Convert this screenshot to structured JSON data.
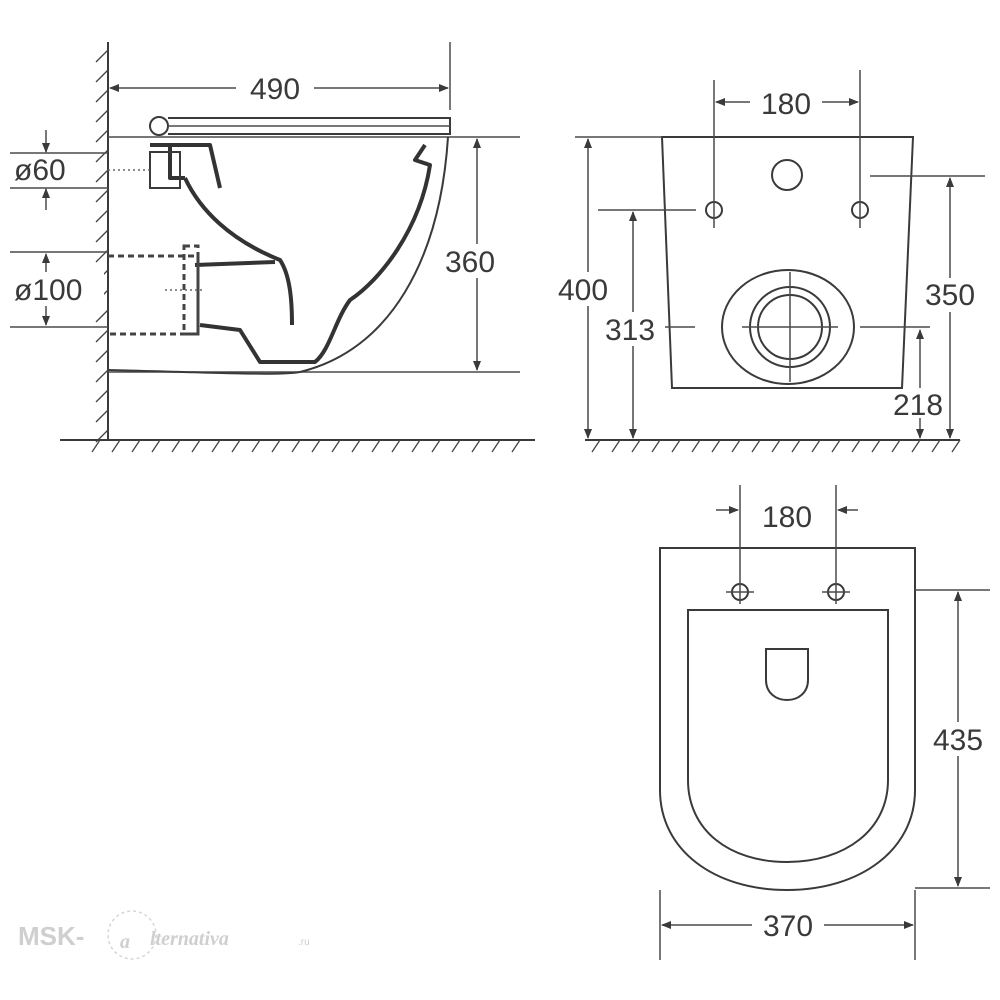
{
  "side_view": {
    "width_490": "490",
    "height_360": "360",
    "diam_60": "ø60",
    "diam_100": "ø100"
  },
  "rear_view": {
    "mount_spacing_180": "180",
    "height_400": "400",
    "height_313": "313",
    "height_350": "350",
    "height_218": "218"
  },
  "top_view": {
    "mount_spacing_180": "180",
    "length_435": "435",
    "width_370": "370"
  },
  "watermark": {
    "left": "MSK-",
    "logo_letter": "a",
    "right": "lternativa",
    "tld": ".ru"
  }
}
